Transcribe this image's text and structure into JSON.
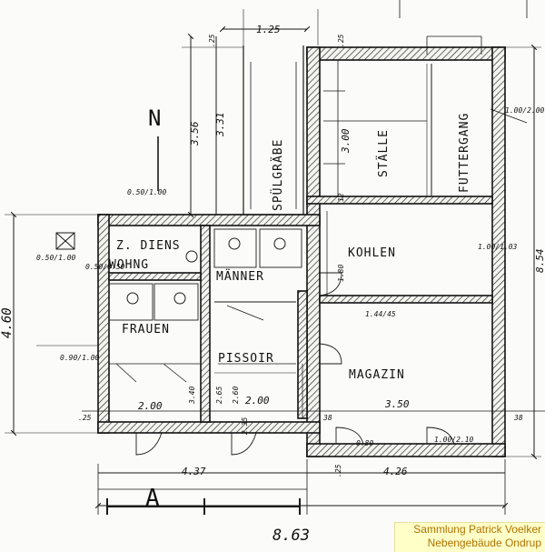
{
  "rooms": {
    "z_diens": "Z. DIENS",
    "wohng": "WOHNG",
    "frauen": "FRAUEN",
    "maenner": "MÄNNER",
    "pissoir": "PISSOIR",
    "spuelgraube": "SPÜLGRÄBE",
    "staelle": "STÄLLE",
    "futtergang": "FUTTERGANG",
    "kohlen": "KOHLEN",
    "magazin": "MAGAZIN"
  },
  "dimensions": {
    "total_width": "8.63",
    "left_width": "4.37",
    "right_width": "4.26",
    "depth_right": "8.54",
    "depth_left": "4.60",
    "upper_depth": "3.56",
    "upper_inner": "3.31",
    "stall_depth": "3.00",
    "wall_25_a": ".25",
    "wall_25_b": ".25",
    "wall_25_c": ".25",
    "wall_25_d": ".25",
    "span_125": "1.25",
    "span_200_a": "2.00",
    "span_200_b": "2.00",
    "span_350": "3.50",
    "v_340": "3.40",
    "v_265": "2.65",
    "v_180": "1.80",
    "v_260": "2.60",
    "v_235": "2.35",
    "w_38_a": "38",
    "w_38_b": "38",
    "v_12": "12",
    "win_050_100_a": "0.50/1.00",
    "win_050_100_b": "0.50/1.00",
    "win_090_100": "0.90/1.00",
    "win_100_210": "1.00/2.10",
    "win_100_103": "1.00/1.03",
    "win_100_200": "1.00/2.00",
    "win_080": "0.80",
    "win_144_45": "1.44/45",
    "win_050_050": "0.50/0.50"
  },
  "north_arrow_letter": "N",
  "section_mark": "A",
  "caption": {
    "line1": "Sammlung Patrick Voelker",
    "line2": "Nebengebäude Ondrup"
  }
}
